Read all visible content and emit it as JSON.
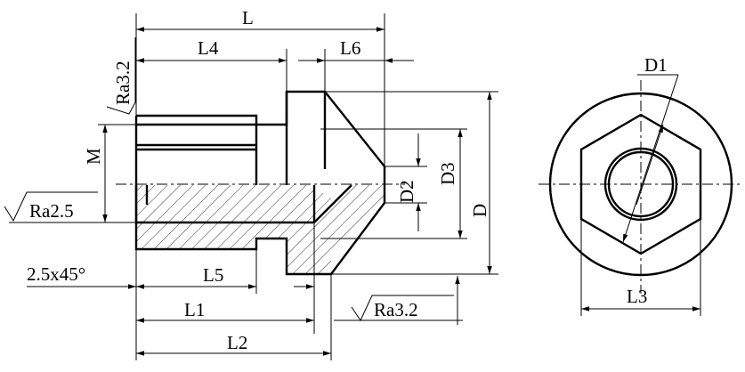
{
  "labels": {
    "L": "L",
    "L1": "L1",
    "L2": "L2",
    "L3": "L3",
    "L4": "L4",
    "L5": "L5",
    "L6": "L6",
    "D": "D",
    "D1": "D1",
    "D2": "D2",
    "D3": "D3",
    "M": "M",
    "chamfer": "2.5x45°",
    "ra_left": "Ra2.5",
    "ra_top": "Ra3.2",
    "ra_bottom": "Ra3.2"
  }
}
